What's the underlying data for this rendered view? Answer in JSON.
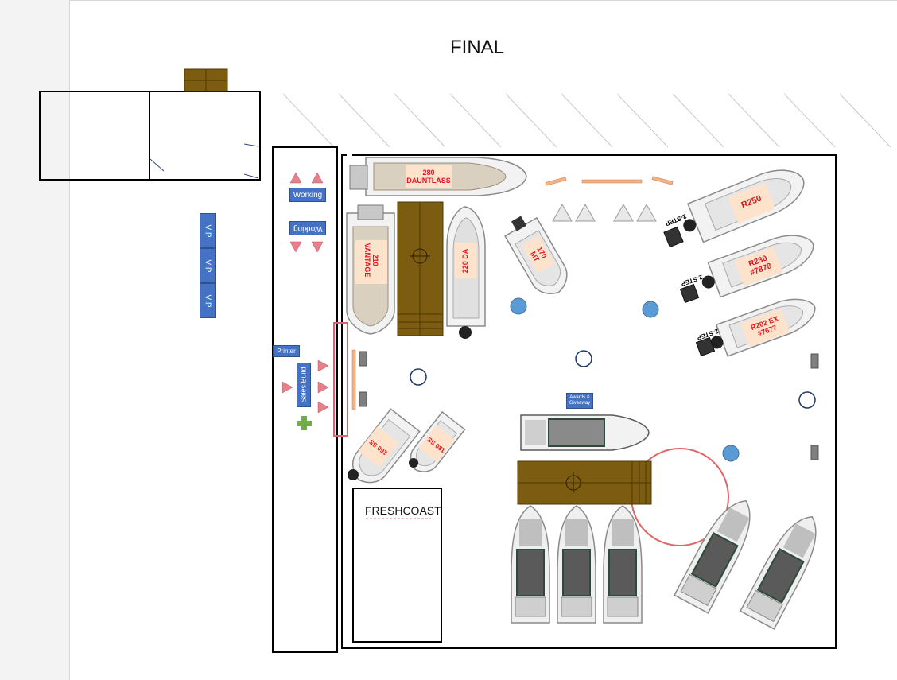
{
  "title": "FINAL",
  "labels": {
    "working_top": "Working",
    "working_bottom": "Working",
    "vip": [
      "VIP",
      "VIP",
      "VIP"
    ],
    "printer": "Printer",
    "sales_build": "Sales Build",
    "awards_line1": "Awards &",
    "awards_line2": "Giveaway",
    "freshcoast": "FRESHCOAST",
    "two_step": [
      "2-STEP",
      "2-STEP",
      "2-STEP"
    ]
  },
  "boats": {
    "dauntlass_line1": "280",
    "dauntlass_line2": "DAUNTLASS",
    "vantage_line1": "210",
    "vantage_line2": "VANTAGE",
    "da220": "220 DA",
    "mt_line1": "170",
    "mt_line2": "MT",
    "r250": "R250",
    "r230_line1": "R230",
    "r230_line2": "#7878",
    "r202_line1": "R202 EX",
    "r202_line2": "#7677",
    "ss160": "160 SS",
    "ss130": "130 SS"
  },
  "colors": {
    "wood": "#7b5c10",
    "blue_marker": "#5b9bd5",
    "button_blue": "#4472c4",
    "red_label": "#e0141e",
    "triangle_pink": "#e8808a",
    "plus_green": "#70ad47",
    "orange_bar": "#f4b183"
  }
}
